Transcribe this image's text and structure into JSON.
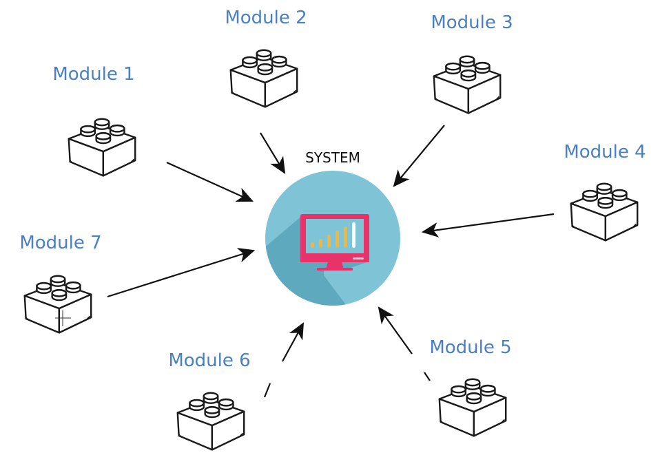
{
  "system": {
    "label": "SYSTEM",
    "icon": "monitor-chart-icon"
  },
  "modules": [
    {
      "id": "module-1",
      "label": "Module 1"
    },
    {
      "id": "module-2",
      "label": "Module 2"
    },
    {
      "id": "module-3",
      "label": "Module 3"
    },
    {
      "id": "module-4",
      "label": "Module 4"
    },
    {
      "id": "module-5",
      "label": "Module 5"
    },
    {
      "id": "module-6",
      "label": "Module 6"
    },
    {
      "id": "module-7",
      "label": "Module 7"
    }
  ],
  "colors": {
    "module_label": "#4a7fc1",
    "system_label": "#111111",
    "circle": "#7ec4d6",
    "circle_shadow": "#5fa9bf",
    "monitor": "#e8336a",
    "bar_yellow": "#f2b63a",
    "bar_white": "#ffffff",
    "arrow": "#111111",
    "brick_stroke": "#1a1a1a"
  }
}
